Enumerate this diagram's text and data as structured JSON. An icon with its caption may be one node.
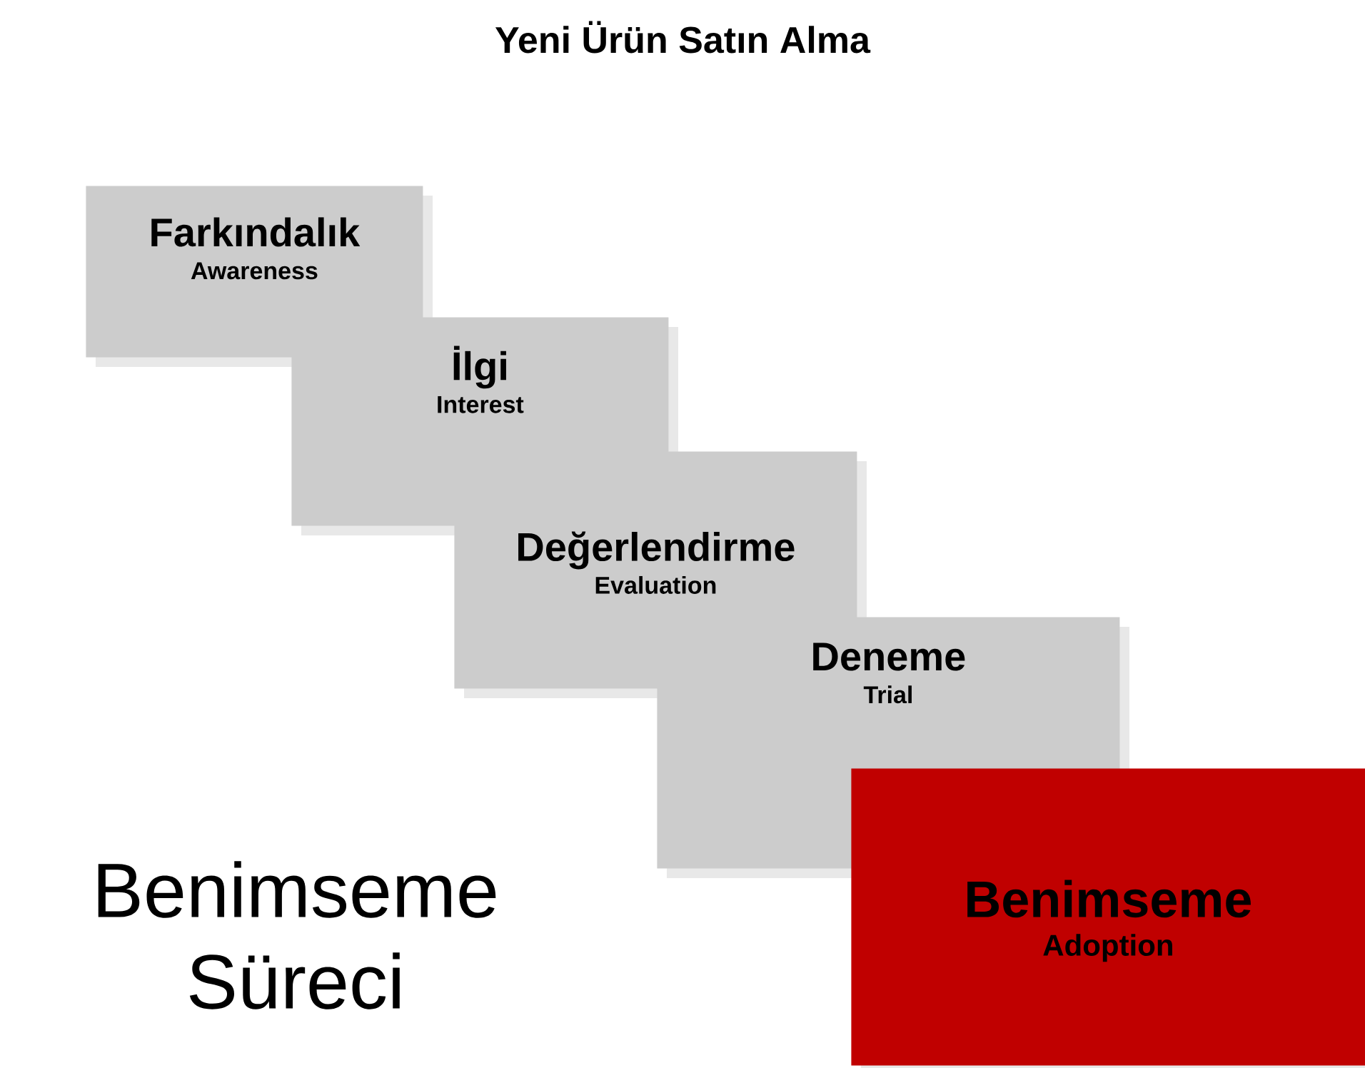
{
  "diagram": {
    "title": "Yeni Ürün Satın Alma",
    "nodes": [
      {
        "text": [
          "Farkındalık",
          "Awareness"
        ]
      },
      {
        "text": [
          "İlgi",
          "Interest"
        ]
      },
      {
        "text": [
          "Değerlendirme",
          "Evaluation"
        ]
      },
      {
        "text": [
          "Deneme",
          "Trial"
        ]
      },
      {
        "text": [
          "Benimseme",
          "Adoption"
        ]
      }
    ],
    "labels": [
      "Benimseme Süreci"
    ]
  }
}
